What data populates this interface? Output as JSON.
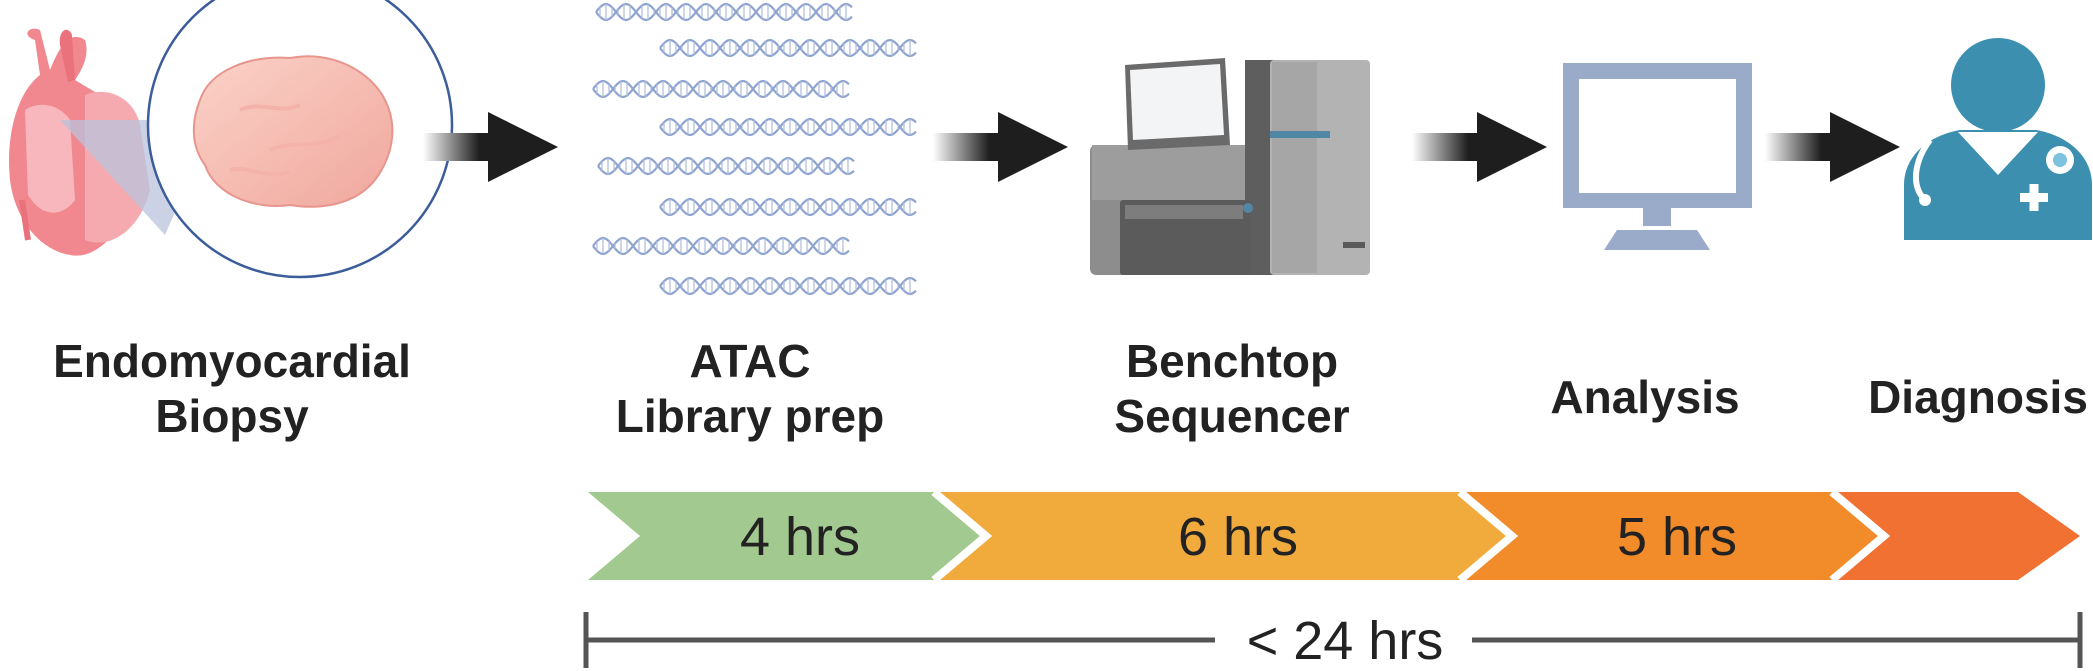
{
  "steps": [
    {
      "line1": "Endomyocardial",
      "line2": "Biopsy"
    },
    {
      "line1": "ATAC",
      "line2": "Library prep"
    },
    {
      "line1": "Benchtop",
      "line2": "Sequencer"
    },
    {
      "line1": "Analysis"
    },
    {
      "line1": "Diagnosis"
    }
  ],
  "timeline": {
    "segments": [
      {
        "label": "4 hrs",
        "color": "#a2c98f"
      },
      {
        "label": "6 hrs",
        "color": "#f0ab3c"
      },
      {
        "label": "5 hrs",
        "color": "#f28c2a"
      },
      {
        "color": "#f07131"
      }
    ],
    "total": "< 24 hrs"
  }
}
